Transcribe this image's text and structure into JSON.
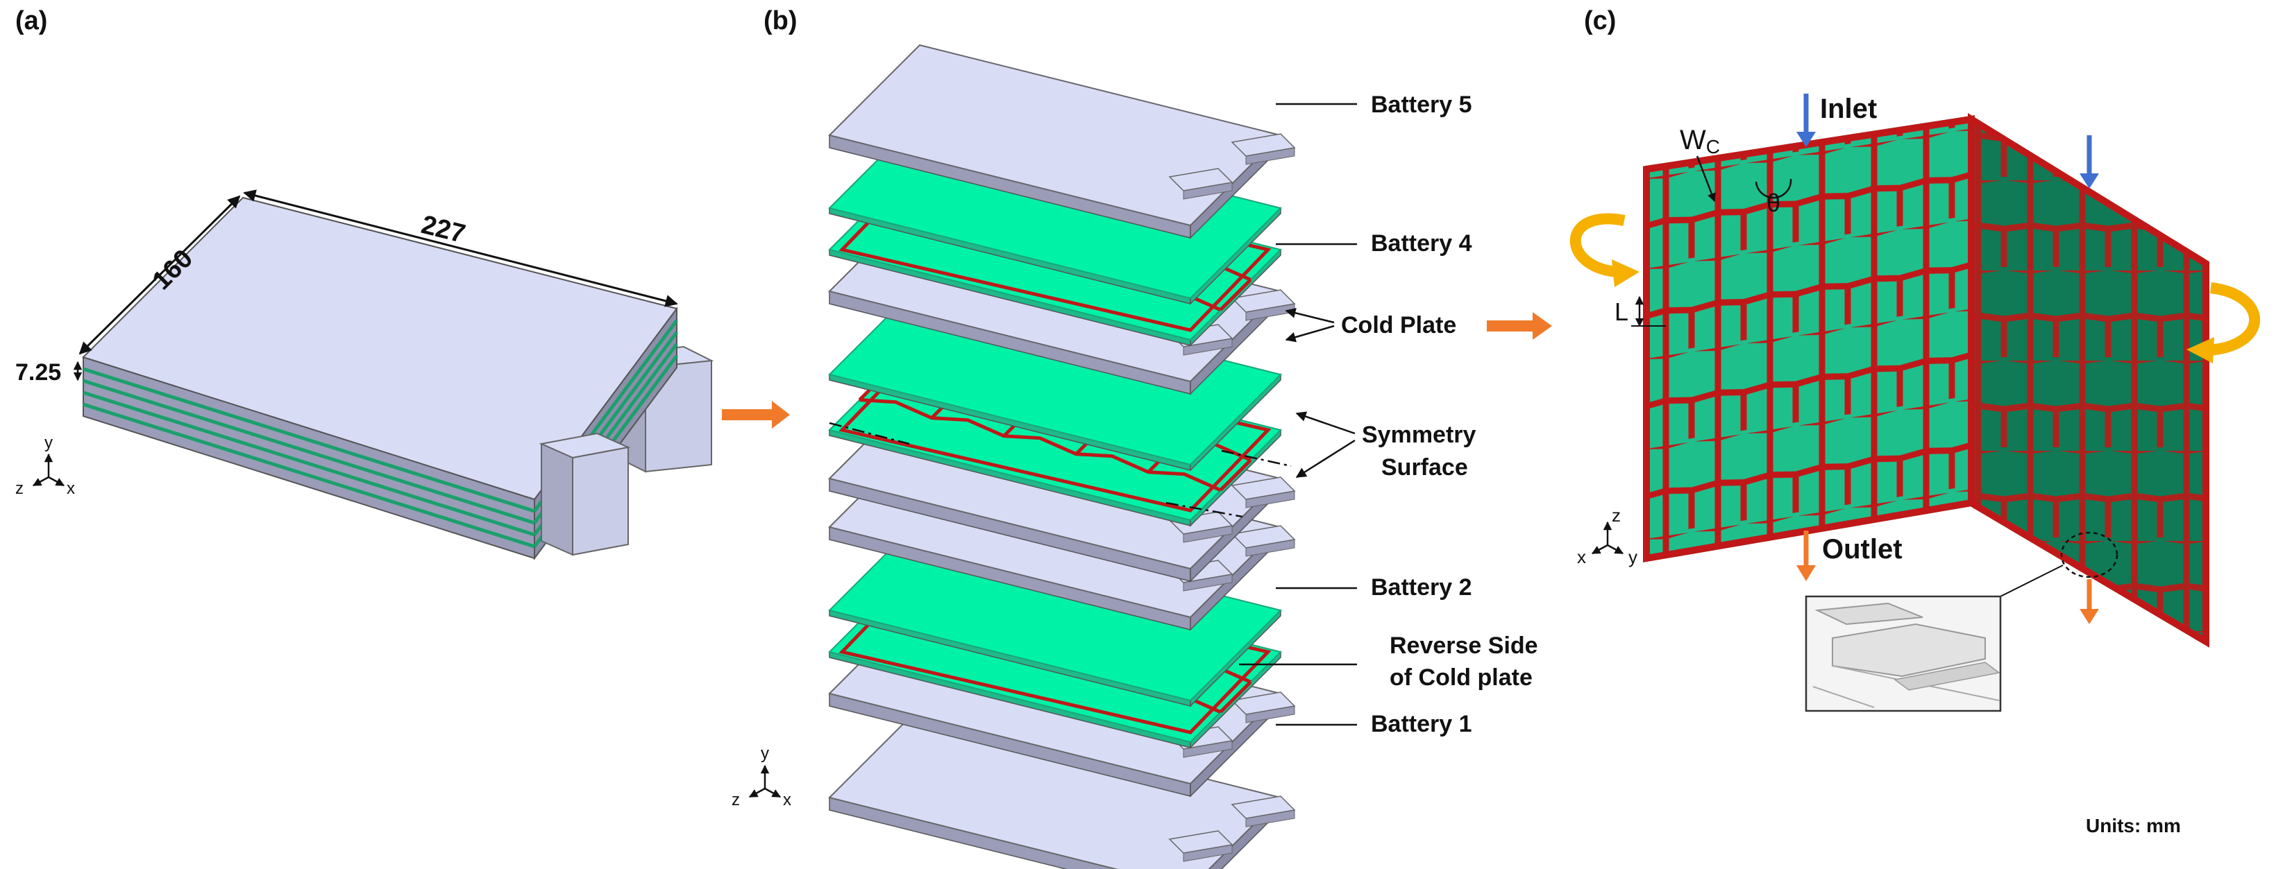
{
  "panels": {
    "a": {
      "tag": "(a)",
      "dim_length": "227",
      "dim_width": "160",
      "dim_thickness": "7.25",
      "axes": {
        "y": "y",
        "z": "z",
        "x": "x"
      }
    },
    "b": {
      "tag": "(b)",
      "labels": {
        "battery5": "Battery 5",
        "battery4": "Battery 4",
        "cold_plate": "Cold Plate",
        "symmetry_line1": "Symmetry",
        "symmetry_line2": "Surface",
        "battery2": "Battery 2",
        "reverse_line1": "Reverse Side",
        "reverse_line2": "of Cold plate",
        "battery1": "Battery 1"
      },
      "axes": {
        "y": "y",
        "z": "z",
        "x": "x"
      }
    },
    "c": {
      "tag": "(c)",
      "inlet": "Inlet",
      "outlet": "Outlet",
      "wc_main": "W",
      "wc_sub": "C",
      "theta": "θ",
      "L": "L",
      "units": "Units: mm",
      "axes": {
        "z": "z",
        "x": "x",
        "y": "y"
      }
    }
  },
  "colors": {
    "battery_top": "#d8dcf5",
    "battery_side": "#9a9cb8",
    "plate_green": "#00f2a6",
    "plate_dark": "#1fb98a",
    "channel_red": "#c01818",
    "arrow_orange": "#f07a2a",
    "arrow_blue": "#3f6fd0",
    "rot_arrow": "#f5b000"
  }
}
